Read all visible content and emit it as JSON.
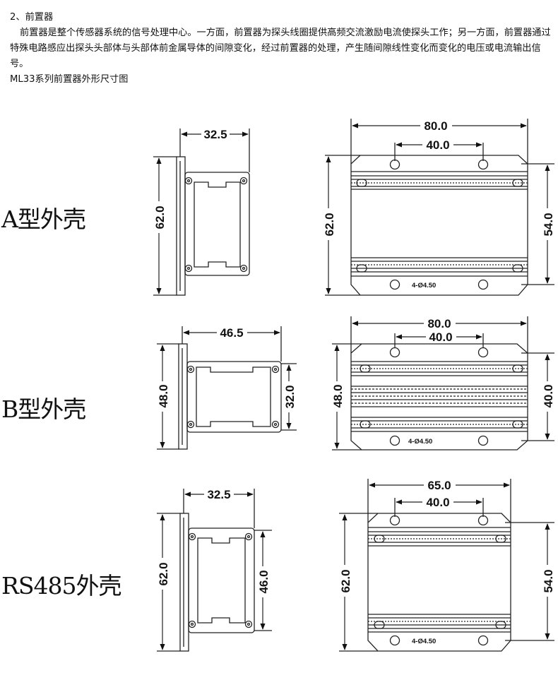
{
  "text": {
    "heading": "2、前置器",
    "paragraph": "前置器是整个传感器系统的信号处理中心。一方面，前置器为探头线圈提供高频交流激励电流使探头工作；另一方面，前置器通过特殊电路感应出探头头部体与头部体前金属导体的间隙变化，经过前置器的处理，产生随间隙线性变化而变化的电压或电流输出信号。",
    "caption": "ML33系列前置器外形尺寸图"
  },
  "housings": [
    {
      "label": "A型外壳",
      "side": {
        "width": "32.5",
        "height": "62.0"
      },
      "front": {
        "width": "80.0",
        "hole_spacing": "40.0",
        "height": "62.0",
        "inner_height": "54.0",
        "holes": "4-Ø4.50"
      }
    },
    {
      "label": "B型外壳",
      "side": {
        "width": "46.5",
        "height": "48.0",
        "inner_height": "32.0"
      },
      "front": {
        "width": "80.0",
        "hole_spacing": "40.0",
        "height": "48.0",
        "inner_height": "40.0",
        "holes": "4-Ø4.50"
      }
    },
    {
      "label": "RS485外壳",
      "side": {
        "width": "32.5",
        "height": "62.0",
        "inner_height": "46.0"
      },
      "front": {
        "width": "65.0",
        "hole_spacing": "40.0",
        "height": "62.0",
        "inner_height": "54.0",
        "holes": "4-Ø4.50"
      }
    }
  ]
}
